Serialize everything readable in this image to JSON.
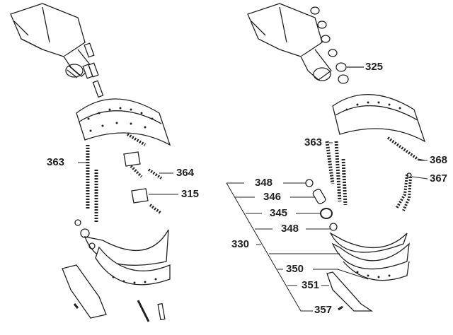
{
  "left_view": {
    "labels": {
      "spring_363": "363",
      "spring_364": "364",
      "clip_315": "315"
    }
  },
  "right_view": {
    "labels": {
      "seal_325": "325",
      "spring_363": "363",
      "spring_368": "368",
      "spring_367": "367",
      "ring_348_top": "348",
      "roller_346": "346",
      "bushing_345": "345",
      "ring_348_bottom": "348",
      "shoe_assembly_330": "330",
      "shoe_350": "350",
      "lining_351": "351",
      "rivet_357": "357"
    }
  }
}
